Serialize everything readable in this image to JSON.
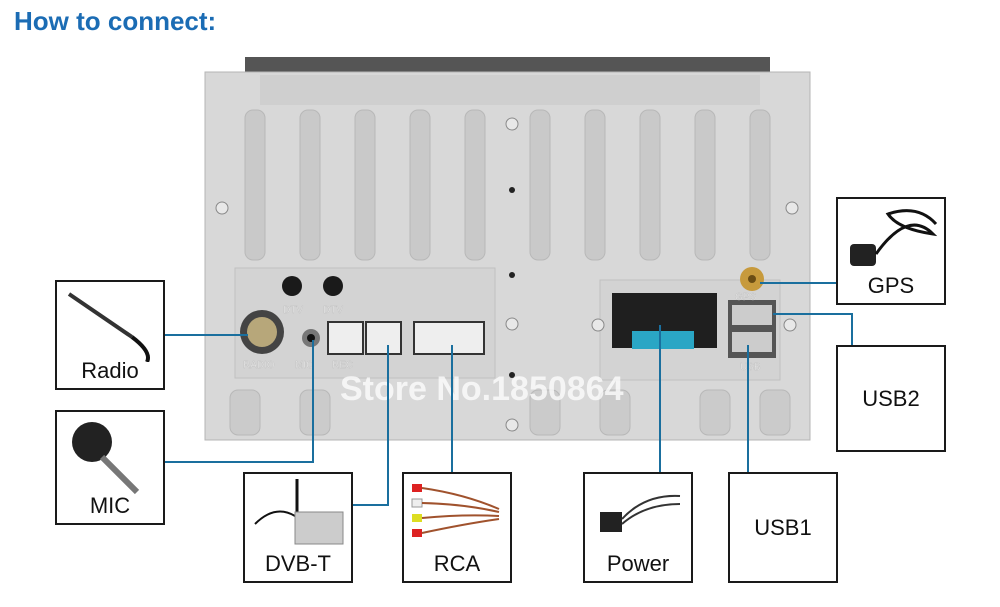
{
  "title": "How to connect:",
  "panel_labels": {
    "dtv1": "DTV",
    "dtv2": "DTV",
    "radio": "RADIO",
    "mic": "MIC",
    "rec": "REC",
    "gps": "GPS",
    "usb": "USB"
  },
  "watermark": "Store No.1850864",
  "connections": [
    {
      "id": "radio",
      "label": "Radio"
    },
    {
      "id": "mic",
      "label": "MIC"
    },
    {
      "id": "dvbt",
      "label": "DVB-T"
    },
    {
      "id": "rca",
      "label": "RCA"
    },
    {
      "id": "power",
      "label": "Power"
    },
    {
      "id": "usb1",
      "label": "USB1"
    },
    {
      "id": "gps",
      "label": "GPS"
    },
    {
      "id": "usb2",
      "label": "USB2"
    }
  ],
  "colors": {
    "title": "#1b6cb4",
    "line": "#1a6f9e",
    "chassis": "#d9d9d9"
  }
}
